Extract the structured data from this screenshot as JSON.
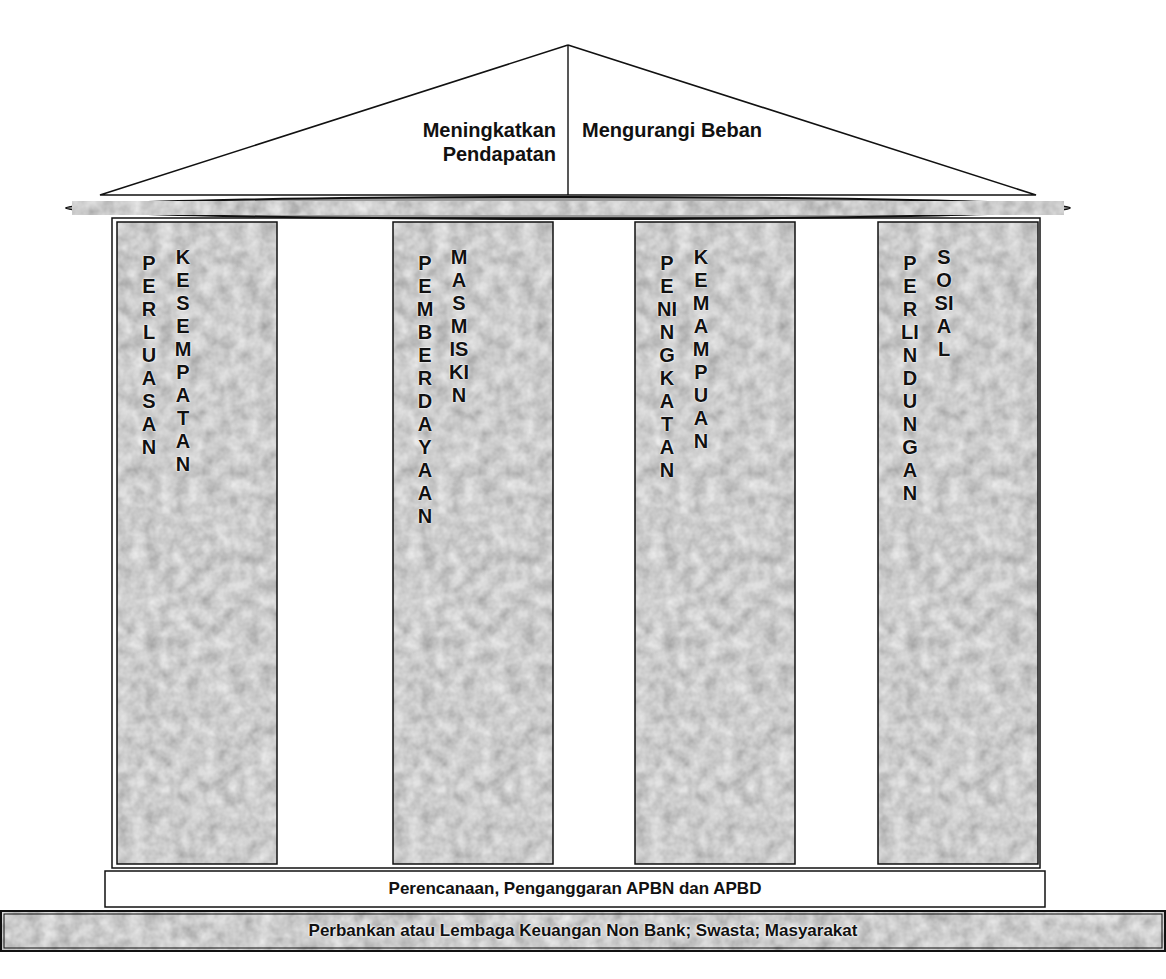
{
  "diagram": {
    "nodes": [
      {
        "text": [
          "Meningkatkan Pendapatan",
          "Mengurangi Beban"
        ]
      },
      {
        "text": [
          "PERLUASAN",
          "KESEMPATAN"
        ]
      },
      {
        "text": [
          "PEMBERDAYAAN",
          "MASMISKIN"
        ]
      },
      {
        "text": [
          "PENINGKATAN",
          "KEMAMPUAN"
        ]
      },
      {
        "text": [
          "PERLINDUNGAN",
          "SOSIAL"
        ]
      },
      {
        "text": [
          "Perencanaan, Penganggaran APBN dan APBD"
        ]
      },
      {
        "text": [
          "Perbankan atau Lembaga Keuangan Non Bank; Swasta; Masyarakat"
        ]
      }
    ]
  }
}
